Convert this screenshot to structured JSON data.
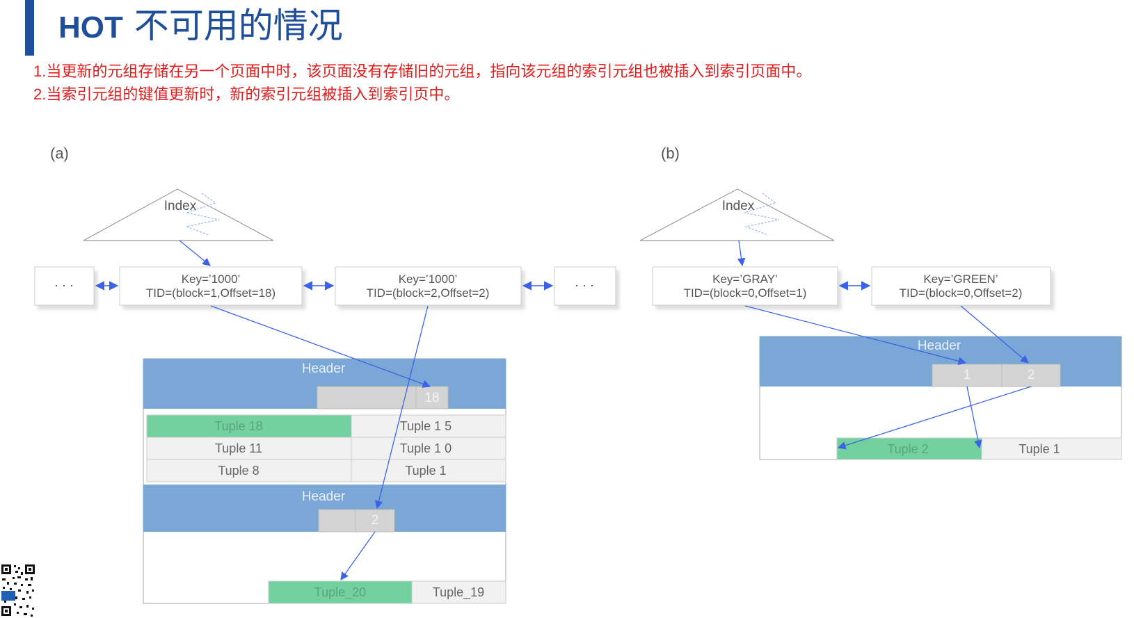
{
  "title": {
    "prefix": "HOT",
    "rest": " 不可用的情况"
  },
  "notes": [
    {
      "num": "1.",
      "text": "当更新的元组存储在另一个页面中时，该页面没有存储旧的元组，指向该元组的索引元组也被插入到索引页面中。"
    },
    {
      "num": "2.",
      "text": "当索引元组的键值更新时，新的索引元组被插入到索引页中。"
    }
  ],
  "diagram_a": {
    "label": "(a)",
    "index_label": "Index",
    "ellipsis_left": "· · ·",
    "ellipsis_right": "· · ·",
    "entry1": {
      "key": "Key=’1000’",
      "tid": "TID=(block=1,Offset=18)"
    },
    "entry2": {
      "key": "Key=’1000’",
      "tid": "TID=(block=2,Offset=2)"
    },
    "page1": {
      "header": "Header",
      "pointer": "18",
      "tuples": [
        [
          "Tuple 18",
          "Tuple 1 5"
        ],
        [
          "Tuple 11",
          "Tuple 1 0"
        ],
        [
          "Tuple 8",
          "Tuple 1"
        ]
      ]
    },
    "page2": {
      "header": "Header",
      "pointer": "2",
      "tuples": [
        "Tuple_20",
        "Tuple_19"
      ]
    }
  },
  "diagram_b": {
    "label": "(b)",
    "index_label": "Index",
    "entry1": {
      "key": "Key=’GRAY’",
      "tid": "TID=(block=0,Offset=1)"
    },
    "entry2": {
      "key": "Key=’GREEN’",
      "tid": "TID=(block=0,Offset=2)"
    },
    "page": {
      "header": "Header",
      "pointers": [
        "1",
        "2"
      ],
      "tuples": [
        "Tuple  2",
        "Tuple 1"
      ]
    }
  },
  "colors": {
    "title": "#1f4e9a",
    "note": "#e01b1b",
    "header": "#7aa7d6",
    "tuple_new": "#72d19f",
    "arrow": "#3b63e8",
    "cell": "#f1f1f1"
  }
}
